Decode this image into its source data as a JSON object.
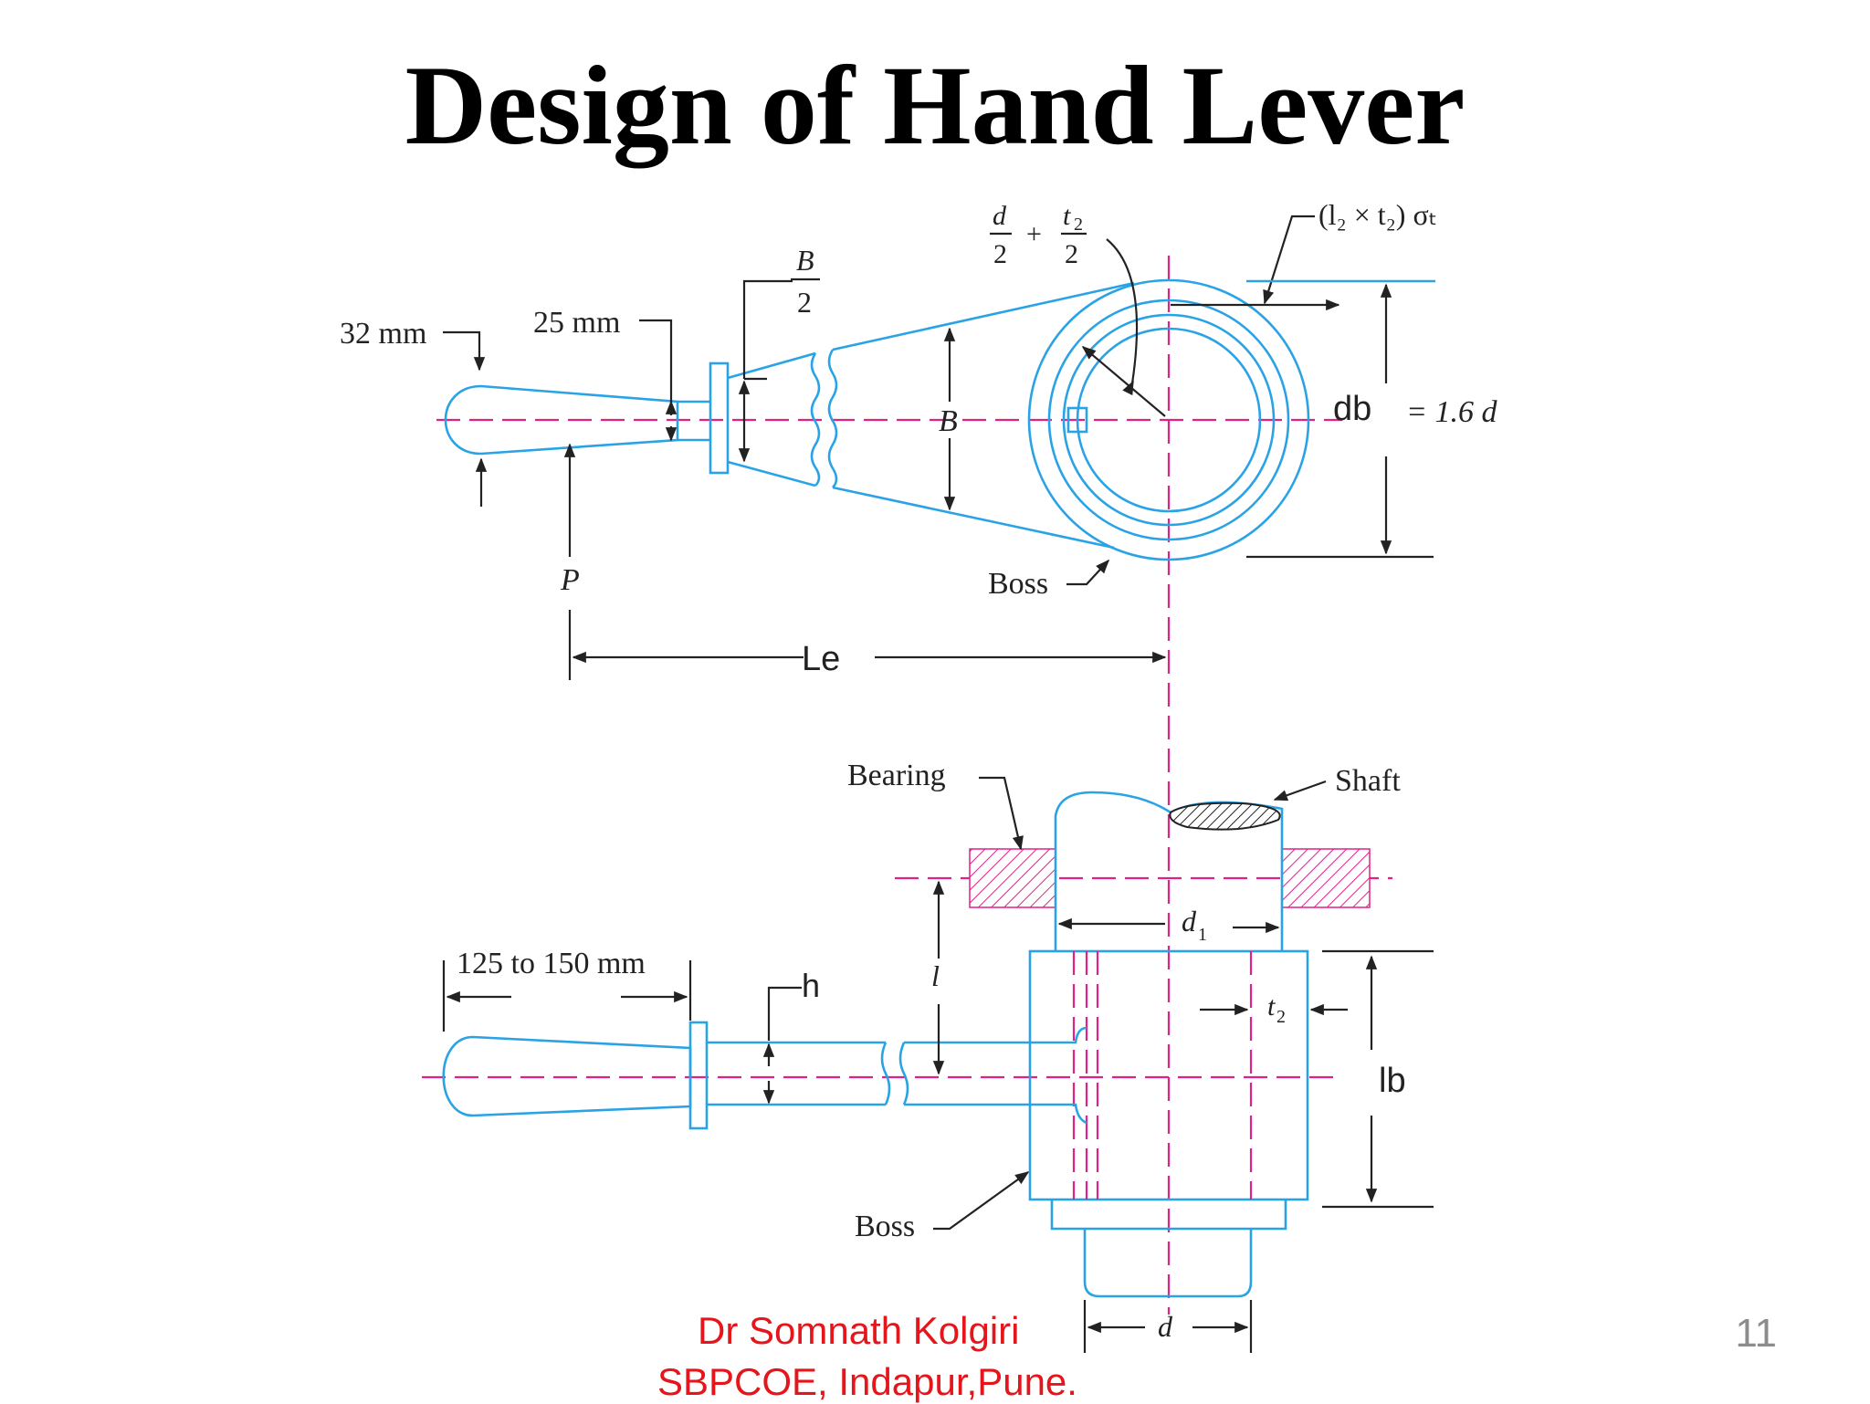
{
  "slide": {
    "title": "Design of Hand Lever",
    "author": "Dr Somnath Kolgiri",
    "institution": "SBPCOE, Indapur,Pune.",
    "page_number": "11"
  },
  "diagram": {
    "top_view": {
      "dim_32": "32 mm",
      "dim_25": "25 mm",
      "B_over_2_num": "B",
      "B_over_2_den": "2",
      "formula_d": "d",
      "formula_t2": "t",
      "formula_sub2": "2",
      "formula_den": "2",
      "formula_plus": "+",
      "stress_formula": "(l₂ × t₂) σₜ",
      "B": "B",
      "db": "db",
      "db_value": "= 1.6 d",
      "P": "P",
      "boss": "Boss",
      "Le": "Le"
    },
    "side_view": {
      "bearing": "Bearing",
      "shaft": "Shaft",
      "d1": "d",
      "d1_sub": "1",
      "grip_length": "125 to 150 mm",
      "h": "h",
      "l": "l",
      "t2": "t",
      "t2_sub": "2",
      "lb": "lb",
      "boss": "Boss",
      "d": "d"
    }
  },
  "colors": {
    "part_outline": "#2aa3e6",
    "center_line": "#e0218a",
    "author_text": "#e5161b",
    "page_number": "#8c8c8c"
  }
}
